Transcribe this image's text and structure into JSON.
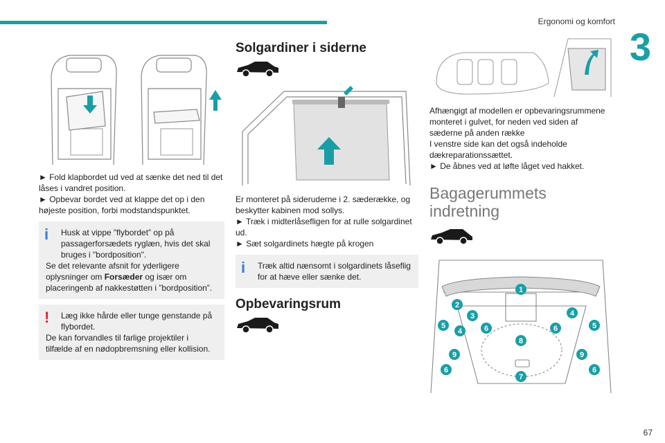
{
  "header": {
    "section": "Ergonomi og komfort",
    "chapter": "3",
    "page": "67"
  },
  "col1": {
    "bullets": [
      "Fold klapbordet ud ved at sænke det ned til det låses i vandret position.",
      "Opbevar bordet ved at klappe det op i den højeste position, forbi modstandspunktet."
    ],
    "info": {
      "line1": "Husk at vippe ”flybordet” op på passagerforsædets ryglæn, hvis det skal bruges i \"bordposition\".",
      "line2_pre": "Se det relevante afsnit for yderligere oplysninger om ",
      "line2_bold": "Forsæder",
      "line2_post": " og især om placeringenb af nakkestøtten i ”bordposition”."
    },
    "warning": {
      "line1": "Læg ikke hårde eller tunge genstande på flybordet.",
      "line2": "De kan forvandles til farlige projektiler i tilfælde af en nødopbremsning eller kollision."
    }
  },
  "col2": {
    "title1": "Solgardiner i siderne",
    "para1": "Er monteret på sideruderne i 2. sæderække, og beskytter kabinen mod sollys.",
    "bullets": [
      "Træk i midterlåsefligen for at rulle solgardinet ud.",
      "Sæt solgardinets hægte på krogen"
    ],
    "info": "Træk altid nænsomt i solgardinets låseflig for at hæve eller sænke det.",
    "title2": "Opbevaringsrum"
  },
  "col3": {
    "para1": "Afhængigt af modellen er opbevaringsrummene monteret i gulvet, for neden ved siden af sæderne på anden række",
    "para2": "I venstre side kan det også indeholde dækreparationssættet.",
    "bullet": "De åbnes ved at løfte låget ved hakket.",
    "title": "Bagagerummets indretning",
    "callouts": [
      "1",
      "2",
      "3",
      "4",
      "5",
      "4",
      "6",
      "6",
      "5",
      "8",
      "9",
      "9",
      "6",
      "7",
      "6"
    ]
  },
  "colors": {
    "accent": "#1a9ea6",
    "info": "#3a7bd5",
    "warning": "#e0242b",
    "box": "#efefef"
  },
  "icons": [
    "car-side-icon",
    "info-icon",
    "warning-icon"
  ]
}
